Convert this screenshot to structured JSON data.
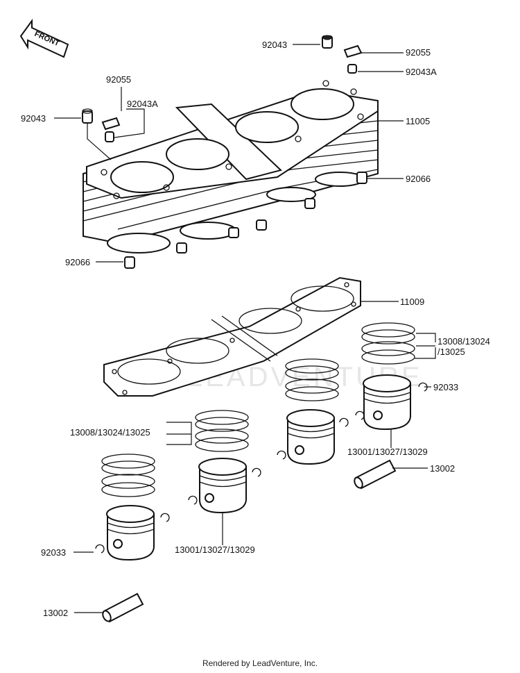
{
  "front_arrow": {
    "label": "FRONT"
  },
  "watermark": "LEADVENTURE",
  "callouts": {
    "c1": "92043",
    "c2": "92055",
    "c3": "92043A",
    "c4": "92055",
    "c5": "92043A",
    "c6": "92043",
    "c7": "11005",
    "c8": "92066",
    "c9": "92066",
    "c10": "11009",
    "c11a": "13008/13024",
    "c11b": "/13025",
    "c12": "92033",
    "c13": "13008/13024/13025",
    "c14": "13001/13027/13029",
    "c15": "13002",
    "c16": "13001/13027/13029",
    "c17": "92033",
    "c18": "13002"
  },
  "footer": {
    "credit": "Rendered by LeadVenture, Inc."
  }
}
